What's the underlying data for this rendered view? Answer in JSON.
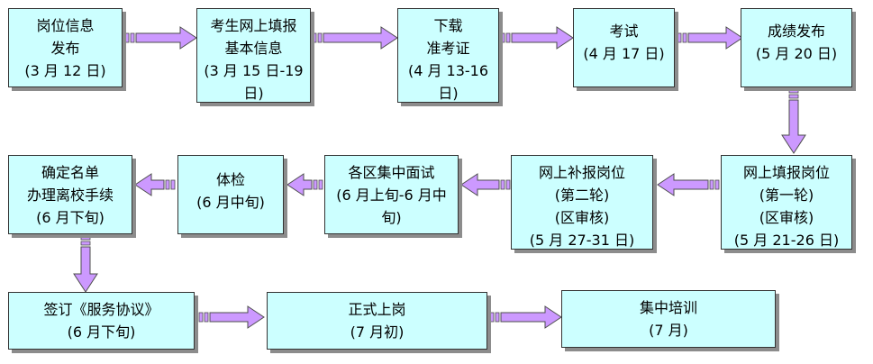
{
  "colors": {
    "box_fill": "#ccffff",
    "box_border": "#333333",
    "shadow": "#8c8c8c",
    "arrow_fill": "#cc99ff",
    "arrow_border": "#4d4d4d"
  },
  "steps": [
    {
      "lines": [
        "岗位信息",
        "发布",
        "(3 月 12 日)"
      ]
    },
    {
      "lines": [
        "考生网上填报",
        "基本信息",
        "(3 月 15 日-19",
        "日)"
      ]
    },
    {
      "lines": [
        "下载",
        "准考证",
        "(4 月 13-16",
        "日)"
      ]
    },
    {
      "lines": [
        "考试",
        "(4 月 17 日)"
      ]
    },
    {
      "lines": [
        "成绩发布",
        "(5 月 20 日)"
      ]
    },
    {
      "lines": [
        "网上填报岗位",
        "(第一轮)",
        "(区审核)",
        "(5 月 21-26 日)"
      ]
    },
    {
      "lines": [
        "网上补报岗位",
        "(第二轮)",
        "(区审核)",
        "(5 月 27-31 日)"
      ]
    },
    {
      "lines": [
        "各区集中面试",
        "(6 月上旬-6 月中",
        "旬)"
      ]
    },
    {
      "lines": [
        "体检",
        "(6 月中旬)"
      ]
    },
    {
      "lines": [
        "确定名单",
        "办理离校手续",
        "(6 月下旬)"
      ]
    },
    {
      "lines": [
        "签订《服务协议》",
        "(6 月下旬)"
      ]
    },
    {
      "lines": [
        "正式上岗",
        "(7 月初)"
      ]
    },
    {
      "lines": [
        "集中培训",
        "(7 月)"
      ]
    }
  ]
}
